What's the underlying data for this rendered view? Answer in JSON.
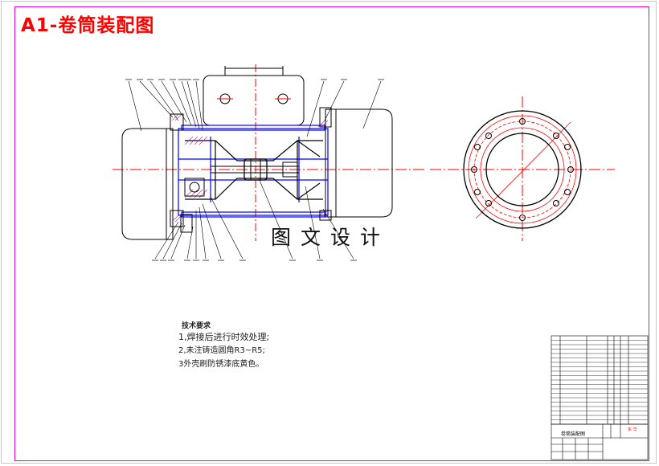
{
  "title": "A1-卷筒装配图",
  "watermark": "图文设计",
  "technical_requirements": {
    "heading": "技术要求",
    "lines": [
      "1,焊接后进行时效处理;",
      "2,未注铸造圆角R3~R5;",
      "3外壳刷防锈漆底黄色。"
    ]
  },
  "title_block": {
    "drawing_name": "卷筒装配图",
    "company": "东 华"
  },
  "colors": {
    "border": "#e000e0",
    "title": "#ff0000",
    "outline": "#0000ff",
    "centerline": "#ff0000",
    "hatch": "#ff00ff",
    "geometry": "#000000"
  }
}
